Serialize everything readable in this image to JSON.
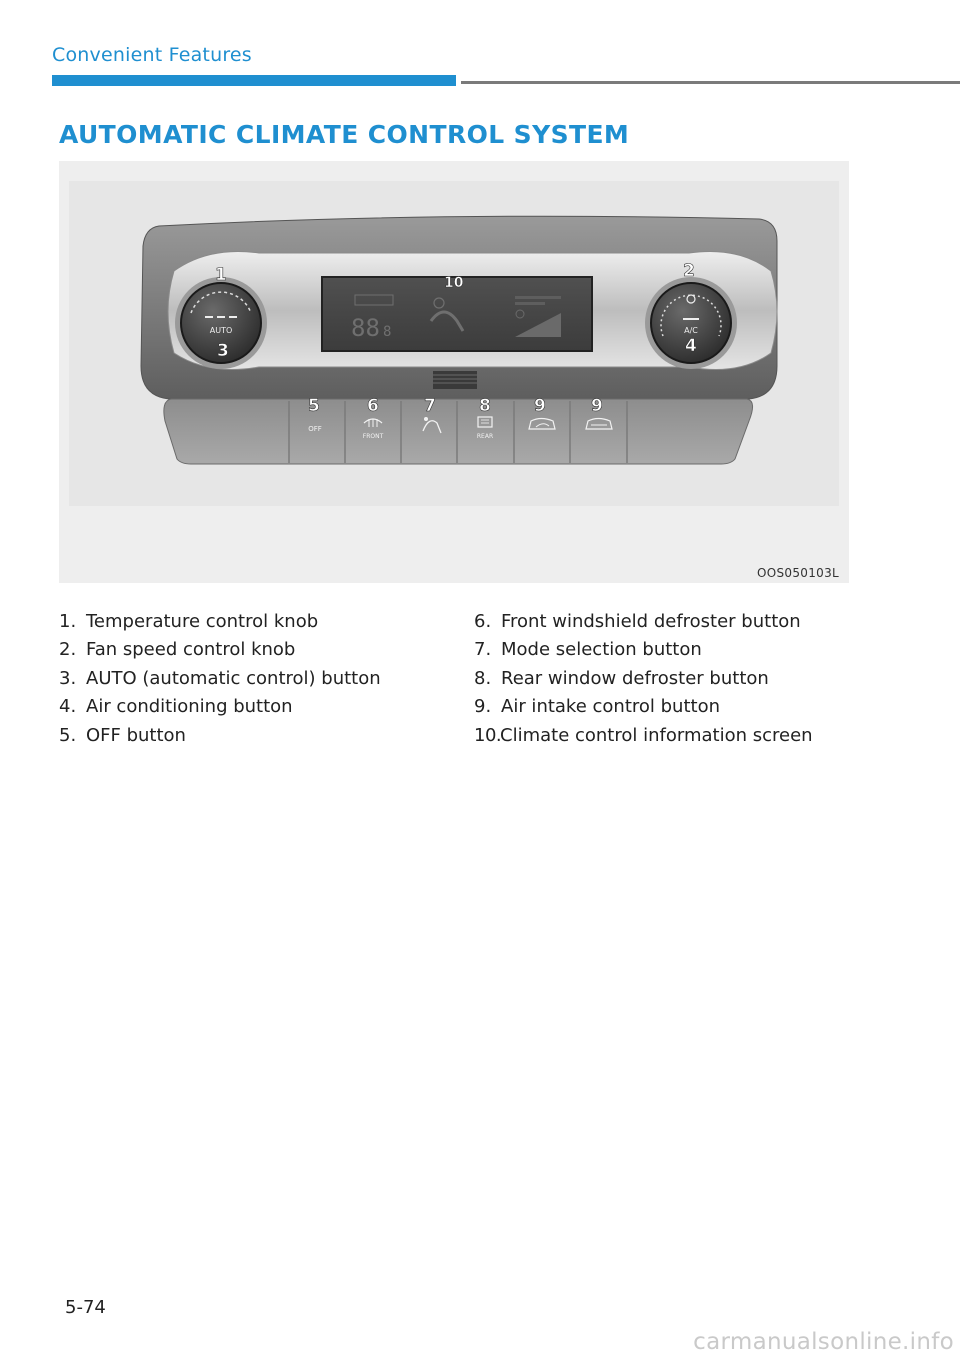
{
  "header": {
    "section": "Convenient Features",
    "title": "AUTOMATIC CLIMATE CONTROL SYSTEM"
  },
  "figure": {
    "code": "OOS050103L",
    "panel": {
      "knob_left_label": "AUTO",
      "knob_right_label": "A/C",
      "display_digits": "88",
      "display_small": "8",
      "button_labels": [
        "OFF",
        "FRONT",
        "REAR"
      ],
      "callout_numbers": [
        "1",
        "2",
        "3",
        "4",
        "5",
        "6",
        "7",
        "8",
        "9",
        "9",
        "10"
      ]
    }
  },
  "callouts_left": [
    {
      "num": "1.",
      "text": "Temperature control knob"
    },
    {
      "num": "2.",
      "text": "Fan speed control knob"
    },
    {
      "num": "3.",
      "text": "AUTO (automatic control) button"
    },
    {
      "num": "4.",
      "text": "Air conditioning button"
    },
    {
      "num": "5.",
      "text": "OFF button"
    }
  ],
  "callouts_right": [
    {
      "num": "6.",
      "text": "Front windshield defroster button"
    },
    {
      "num": "7.",
      "text": "Mode selection button"
    },
    {
      "num": "8.",
      "text": "Rear window defroster button"
    },
    {
      "num": "9.",
      "text": "Air intake control button"
    },
    {
      "num": "10.",
      "text": "Climate control information screen"
    }
  ],
  "footer": {
    "page_number": "5-74",
    "watermark": "carmanualsonline.info"
  },
  "colors": {
    "accent": "#1f8fd0",
    "rule_gray": "#7a7a7a"
  }
}
